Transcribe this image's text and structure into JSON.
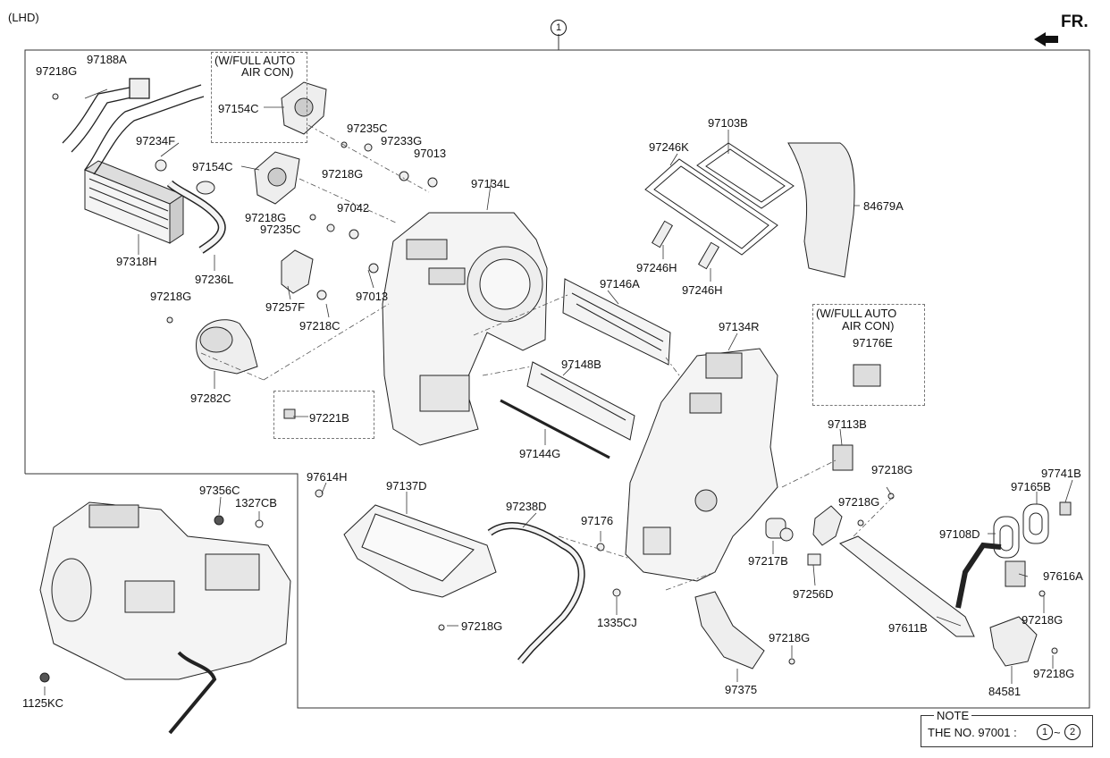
{
  "header": {
    "variant": "(LHD)",
    "front_label": "FR.",
    "assembly_ref": "1"
  },
  "option_box_1": {
    "line1": "(W/FULL AUTO",
    "line2": "AIR CON)"
  },
  "option_box_2": {
    "line1": "(W/FULL AUTO",
    "line2": "AIR CON)"
  },
  "note": {
    "title": "NOTE",
    "text": "THE NO. 97001 :",
    "ref_from": "1",
    "sep": "~",
    "ref_to": "2"
  },
  "parts": {
    "p97218G_a": "97218G",
    "p97188A": "97188A",
    "p97154C_a": "97154C",
    "p97234F": "97234F",
    "p97235C_a": "97235C",
    "p97233G": "97233G",
    "p97013_a": "97013",
    "p97154C_b": "97154C",
    "p97218G_b": "97218G",
    "p97134L": "97134L",
    "p97103B": "97103B",
    "p97246K": "97246K",
    "p84679A": "84679A",
    "p97318H": "97318H",
    "p97236L": "97236L",
    "p97218G_c": "97218G",
    "p97235C_b": "97235C",
    "p97042": "97042",
    "p97246H_a": "97246H",
    "p97246H_b": "97246H",
    "p97218G_d": "97218G",
    "p97257F": "97257F",
    "p97013_b": "97013",
    "p97146A": "97146A",
    "p97218C": "97218C",
    "p97134R": "97134R",
    "p97176E": "97176E",
    "p97148B": "97148B",
    "p97282C": "97282C",
    "p97221B": "97221B",
    "p97113B": "97113B",
    "p97144G": "97144G",
    "p97218G_e": "97218G",
    "p97741B": "97741B",
    "p97614H": "97614H",
    "p97137D": "97137D",
    "p97356C": "97356C",
    "p1327CB": "1327CB",
    "p97165B": "97165B",
    "p97238D": "97238D",
    "p97218G_f": "97218G",
    "p97176": "97176",
    "p97108D": "97108D",
    "p97217B": "97217B",
    "p97616A": "97616A",
    "p97256D": "97256D",
    "p97218G_g": "97218G",
    "p1335CJ": "1335CJ",
    "p97218G_h": "97218G",
    "p97611B": "97611B",
    "p97218G_i": "97218G",
    "p97218G_j": "97218G",
    "p1125KC": "1125KC",
    "p97375": "97375",
    "p84581": "84581"
  },
  "colors": {
    "line": "#222222",
    "fill": "#f4f4f4",
    "shade": "#bdbdbd",
    "dash": "#666666"
  }
}
